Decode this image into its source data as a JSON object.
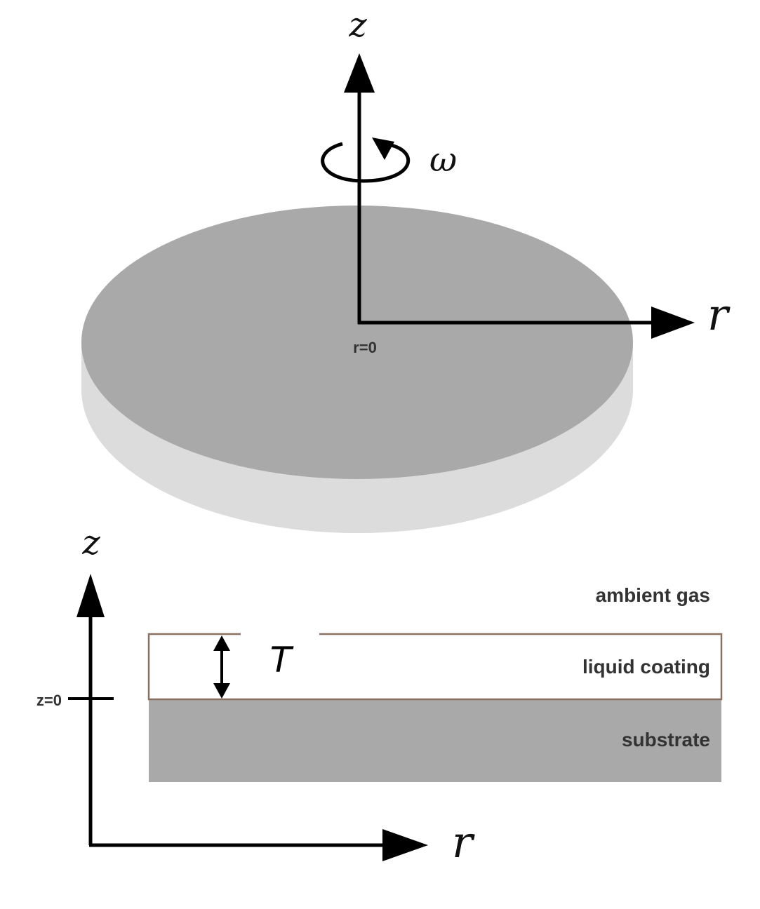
{
  "top_diagram": {
    "z_axis_label": "z",
    "r_axis_label": "r",
    "rotation_label": "ω",
    "origin_label": "r=0",
    "colors": {
      "disk_top": "#a9a9a9",
      "disk_side": "#dcdcdc",
      "axis": "#000000"
    }
  },
  "bottom_diagram": {
    "z_axis_label": "z",
    "r_axis_label": "r",
    "z_origin_label": "z=0",
    "thickness_label": "T",
    "layers": {
      "ambient": "ambient gas",
      "liquid": "liquid coating",
      "substrate": "substrate"
    },
    "colors": {
      "substrate": "#a9a9a9",
      "liquid_border": "#8a7060",
      "liquid_fill": "#ffffff"
    }
  }
}
